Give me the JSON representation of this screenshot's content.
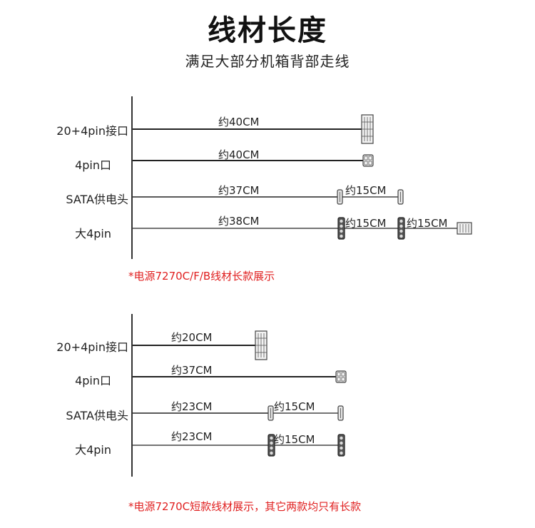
{
  "header": {
    "title": "线材长度",
    "subtitle": "满足大部分机箱背部走线"
  },
  "long_version": {
    "rows": [
      {
        "label": "20+4pin接口",
        "segments": [
          "约40CM"
        ]
      },
      {
        "label": "4pin口",
        "segments": [
          "约40CM"
        ]
      },
      {
        "label": "SATA供电头",
        "segments": [
          "约37CM",
          "约15CM"
        ]
      },
      {
        "label": "大4pin",
        "segments": [
          "约38CM",
          "约15CM",
          "约15CM"
        ]
      }
    ],
    "note": "*电源7270C/F/B线材长款展示"
  },
  "short_version": {
    "rows": [
      {
        "label": "20+4pin接口",
        "segments": [
          "约20CM"
        ]
      },
      {
        "label": "4pin口",
        "segments": [
          "约37CM"
        ]
      },
      {
        "label": "SATA供电头",
        "segments": [
          "约23CM",
          "约15CM"
        ]
      },
      {
        "label": "大4pin",
        "segments": [
          "约23CM",
          "约15CM"
        ]
      }
    ],
    "note": "*电源7270C短款线材展示，其它两款均只有长款"
  }
}
